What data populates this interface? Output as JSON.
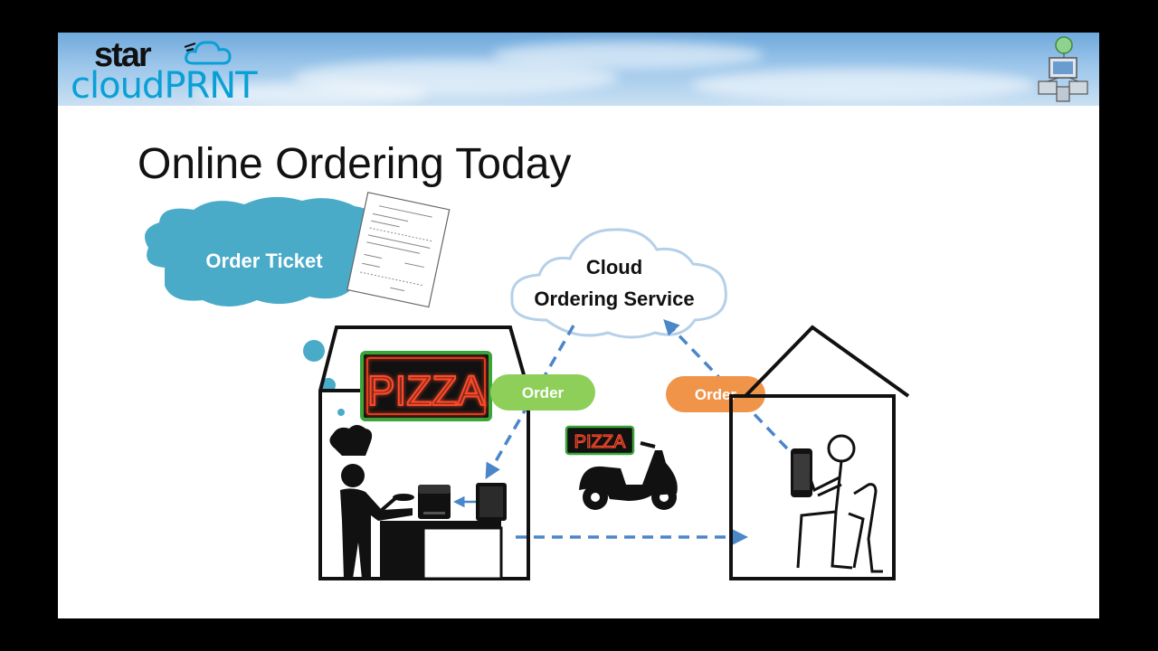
{
  "logo": {
    "star": "star",
    "product": "cloudPRNT"
  },
  "slide": {
    "title": "Online Ordering Today"
  },
  "diagram": {
    "thought_bubble_label": "Order Ticket",
    "cloud_label_line1": "Cloud",
    "cloud_label_line2": "Ordering Service",
    "order_badge_left": "Order",
    "order_badge_right": "Order",
    "store_sign": "PIZZA",
    "scooter_sign": "PIZZA"
  },
  "colors": {
    "bubble_blue": "#4aabc9",
    "order_green": "#8ecf5a",
    "order_orange": "#f0944a",
    "arrow_blue": "#4a86c8",
    "neon_red": "#e23a1f",
    "neon_green": "#3aa63a"
  },
  "icons": [
    "cloud-icon",
    "receipt-icon",
    "printer-icon",
    "tablet-icon",
    "smartphone-icon",
    "chef-icon",
    "scooter-icon",
    "person-icon",
    "network-globe-icon"
  ]
}
